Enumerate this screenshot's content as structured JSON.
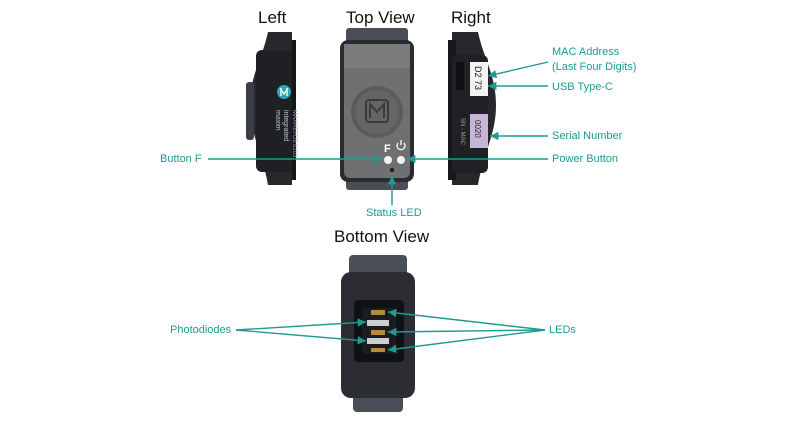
{
  "views": {
    "left": "Left",
    "top": "Top View",
    "right": "Right",
    "bottom": "Bottom View"
  },
  "device_text": {
    "brand_line1": "maxim",
    "brand_line2": "integrated",
    "model": "MAXREFDES103",
    "button_f": "F",
    "mac_value": "D2 73",
    "serial_value": "0020",
    "serial_label": "SN - MAC"
  },
  "callouts": {
    "mac_address": "MAC Address",
    "mac_address_note": "(Last Four Digits)",
    "usb": "USB Type-C",
    "serial": "Serial Number",
    "button_f": "Button F",
    "power_button": "Power Button",
    "status_led": "Status LED",
    "photodiodes": "Photodiodes",
    "leds": "LEDs"
  },
  "colors": {
    "accent": "#1f9a8f",
    "device_body": "#2b2d31",
    "strap": "#3a3d44",
    "plate": "#6e6f70",
    "label_bg": "#c9b3d6"
  },
  "icons": {
    "logo": "maxim-logo-icon",
    "power": "power-icon"
  }
}
